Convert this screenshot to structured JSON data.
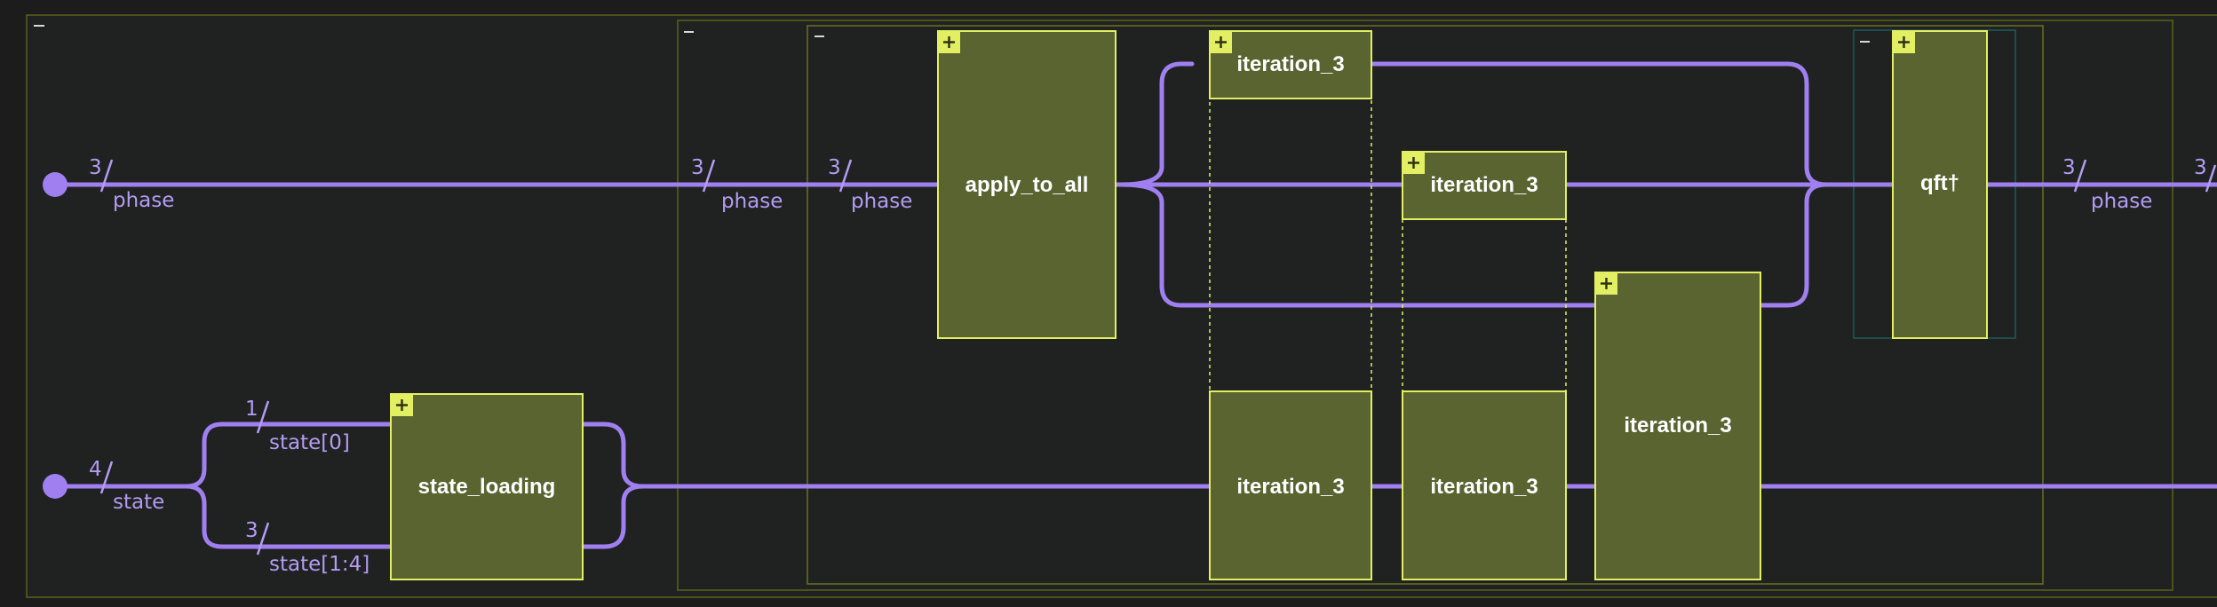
{
  "diagram": {
    "colors": {
      "background": "#1c1c1c",
      "wire": "#a07ff0",
      "wire_label": "#b39cf2",
      "gate_fill": "#5a6430",
      "gate_border": "#e3ef62",
      "outer_frame": "#5c6218",
      "qft_frame": "#1f5a5e"
    },
    "icons": {
      "expand": "plus-icon",
      "collapse": "minus-icon"
    },
    "wires": {
      "phase": {
        "size": "3",
        "name": "phase"
      },
      "state": {
        "size": "4",
        "name": "state"
      },
      "state_0": {
        "size": "1",
        "name": "state[0]"
      },
      "state_rest": {
        "size": "3",
        "name": "state[1:4]"
      }
    },
    "gates": {
      "state_loading": "state_loading",
      "apply_to_all": "apply_to_all",
      "iteration_a_top": "iteration_3",
      "iteration_a_bottom": "iteration_3",
      "iteration_b_top": "iteration_3",
      "iteration_b_bottom": "iteration_3",
      "iteration_c": "iteration_3",
      "qft_dagger": "qft†"
    }
  }
}
